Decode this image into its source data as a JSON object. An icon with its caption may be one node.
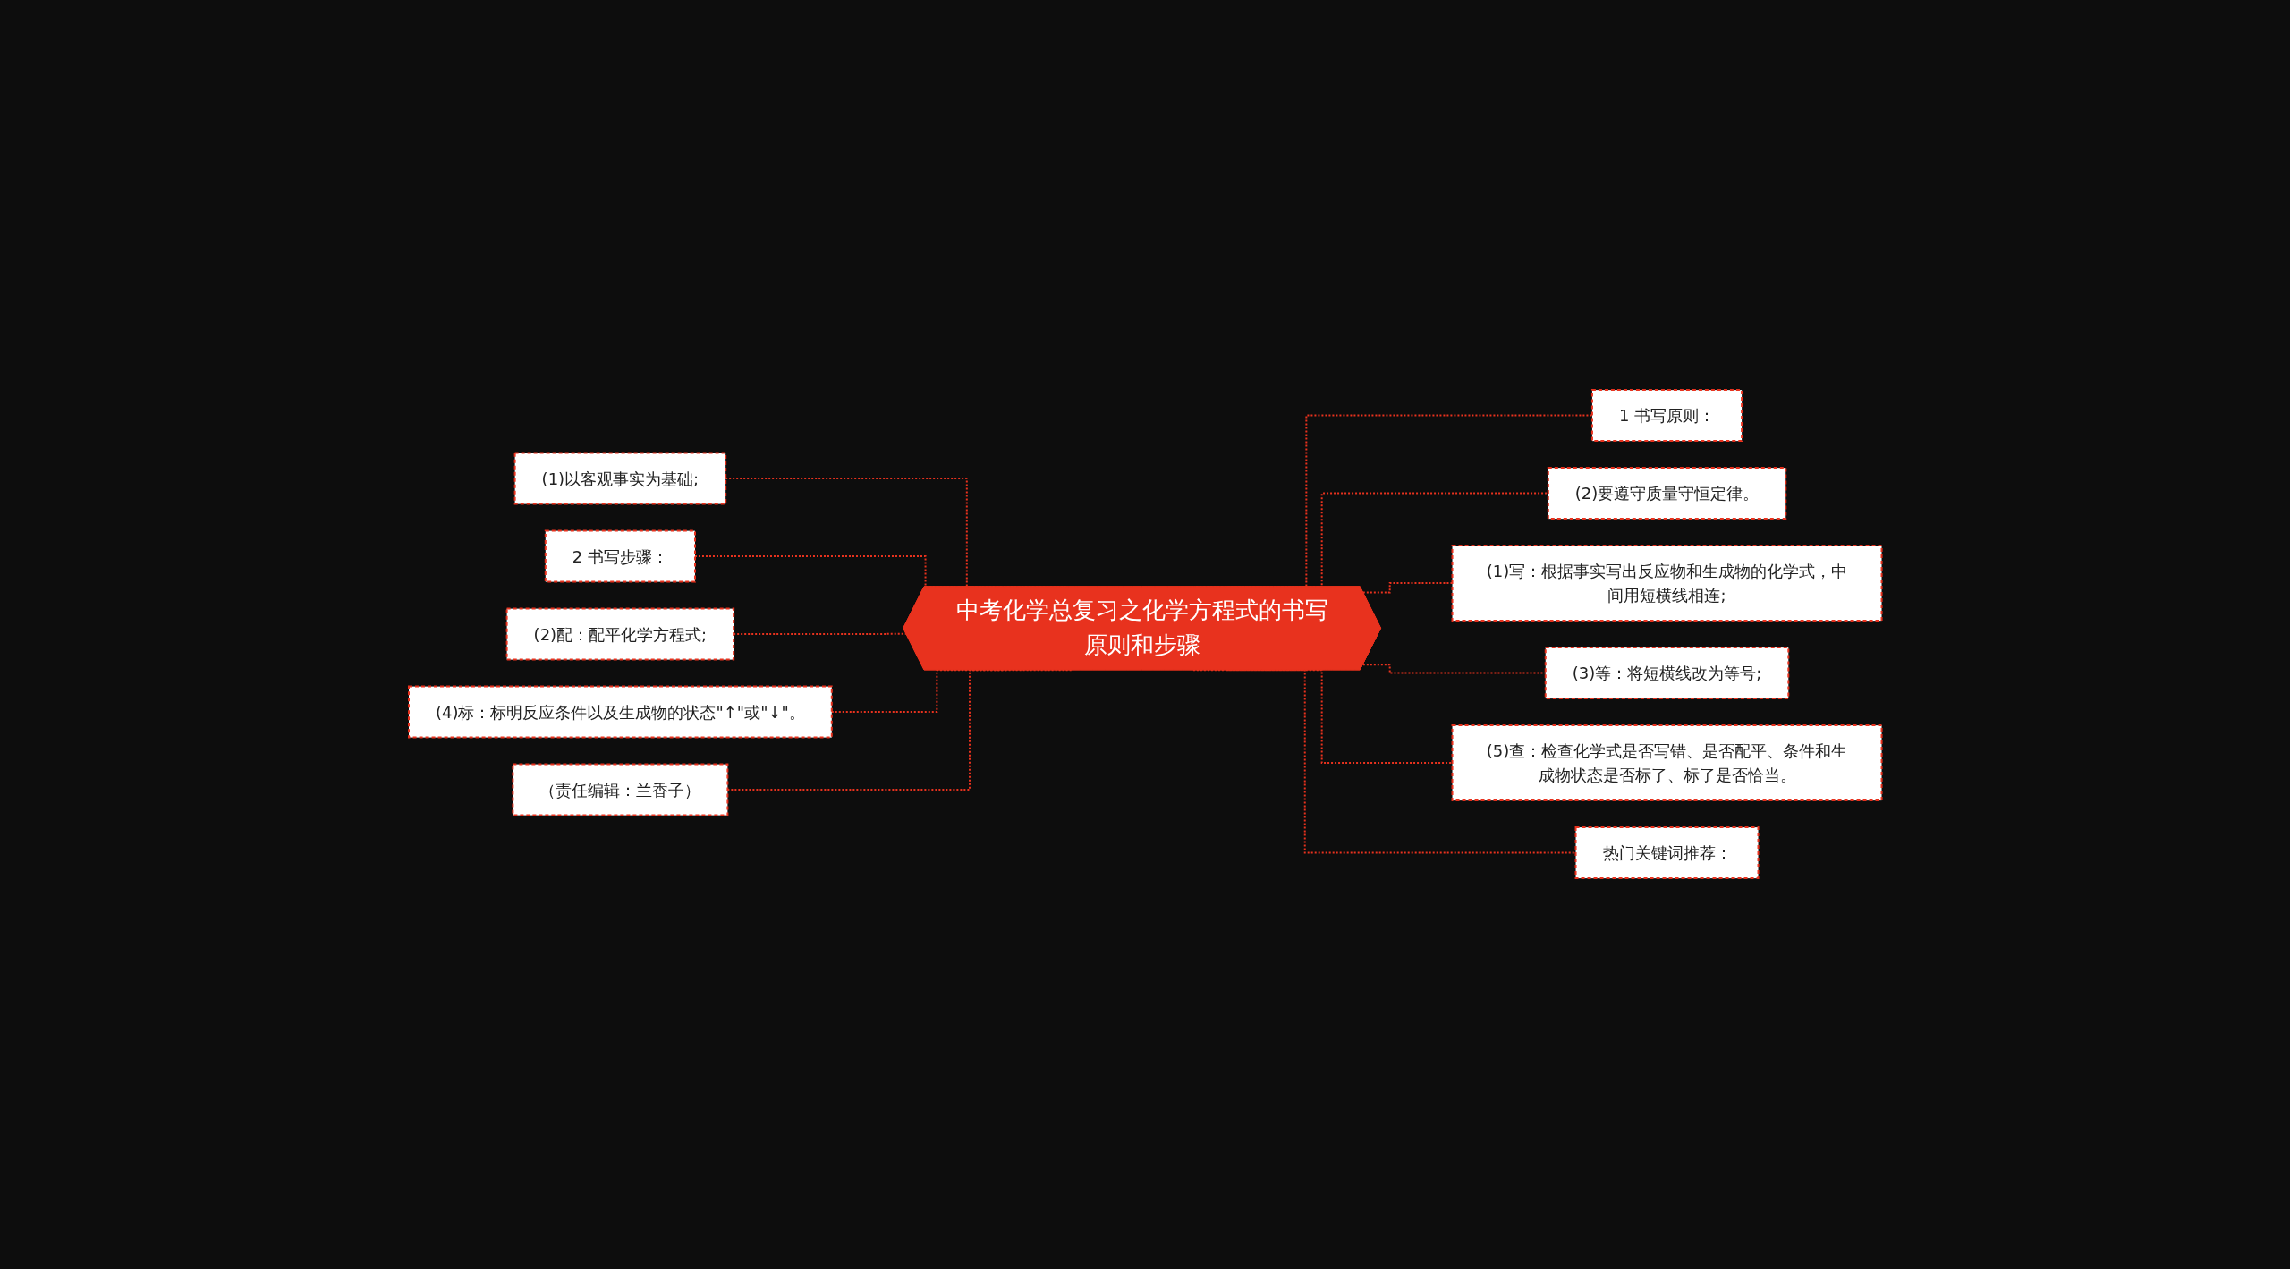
{
  "diagram": {
    "nodes": [
      {
        "text": [
          "中考化学总复习之化学方程式的书写原则和步骤"
        ]
      },
      {
        "text": [
          "1 书写原则："
        ]
      },
      {
        "text": [
          "(2)要遵守质量守恒定律。"
        ]
      },
      {
        "text": [
          "(1)写：根据事实写出反应物和生成物的化学式，中间用短横线相连;"
        ]
      },
      {
        "text": [
          "(3)等：将短横线改为等号;"
        ]
      },
      {
        "text": [
          "(5)查：检查化学式是否写错、是否配平、条件和生成物状态是否标了、标了是否恰当。"
        ]
      },
      {
        "text": [
          "热门关键词推荐："
        ]
      },
      {
        "text": [
          "(1)以客观事实为基础;"
        ]
      },
      {
        "text": [
          "2 书写步骤："
        ]
      },
      {
        "text": [
          "(2)配：配平化学方程式;"
        ]
      },
      {
        "text": [
          "(4)标：标明反应条件以及生成物的状态\"↑\"或\"↓\"。"
        ]
      },
      {
        "text": [
          "（责任编辑：兰香子）"
        ]
      }
    ],
    "edges": [
      {
        "from": 0,
        "to": 1,
        "arrow": "none",
        "style": "dashed"
      },
      {
        "from": 0,
        "to": 2,
        "arrow": "none",
        "style": "dashed"
      },
      {
        "from": 0,
        "to": 3,
        "arrow": "none",
        "style": "dashed"
      },
      {
        "from": 0,
        "to": 4,
        "arrow": "none",
        "style": "dashed"
      },
      {
        "from": 0,
        "to": 5,
        "arrow": "none",
        "style": "dashed"
      },
      {
        "from": 0,
        "to": 6,
        "arrow": "none",
        "style": "dashed"
      },
      {
        "from": 0,
        "to": 7,
        "arrow": "none",
        "style": "dashed"
      },
      {
        "from": 0,
        "to": 8,
        "arrow": "none",
        "style": "dashed"
      },
      {
        "from": 0,
        "to": 9,
        "arrow": "none",
        "style": "dashed"
      },
      {
        "from": 0,
        "to": 10,
        "arrow": "none",
        "style": "dashed"
      },
      {
        "from": 0,
        "to": 11,
        "arrow": "none",
        "style": "dashed"
      }
    ]
  }
}
